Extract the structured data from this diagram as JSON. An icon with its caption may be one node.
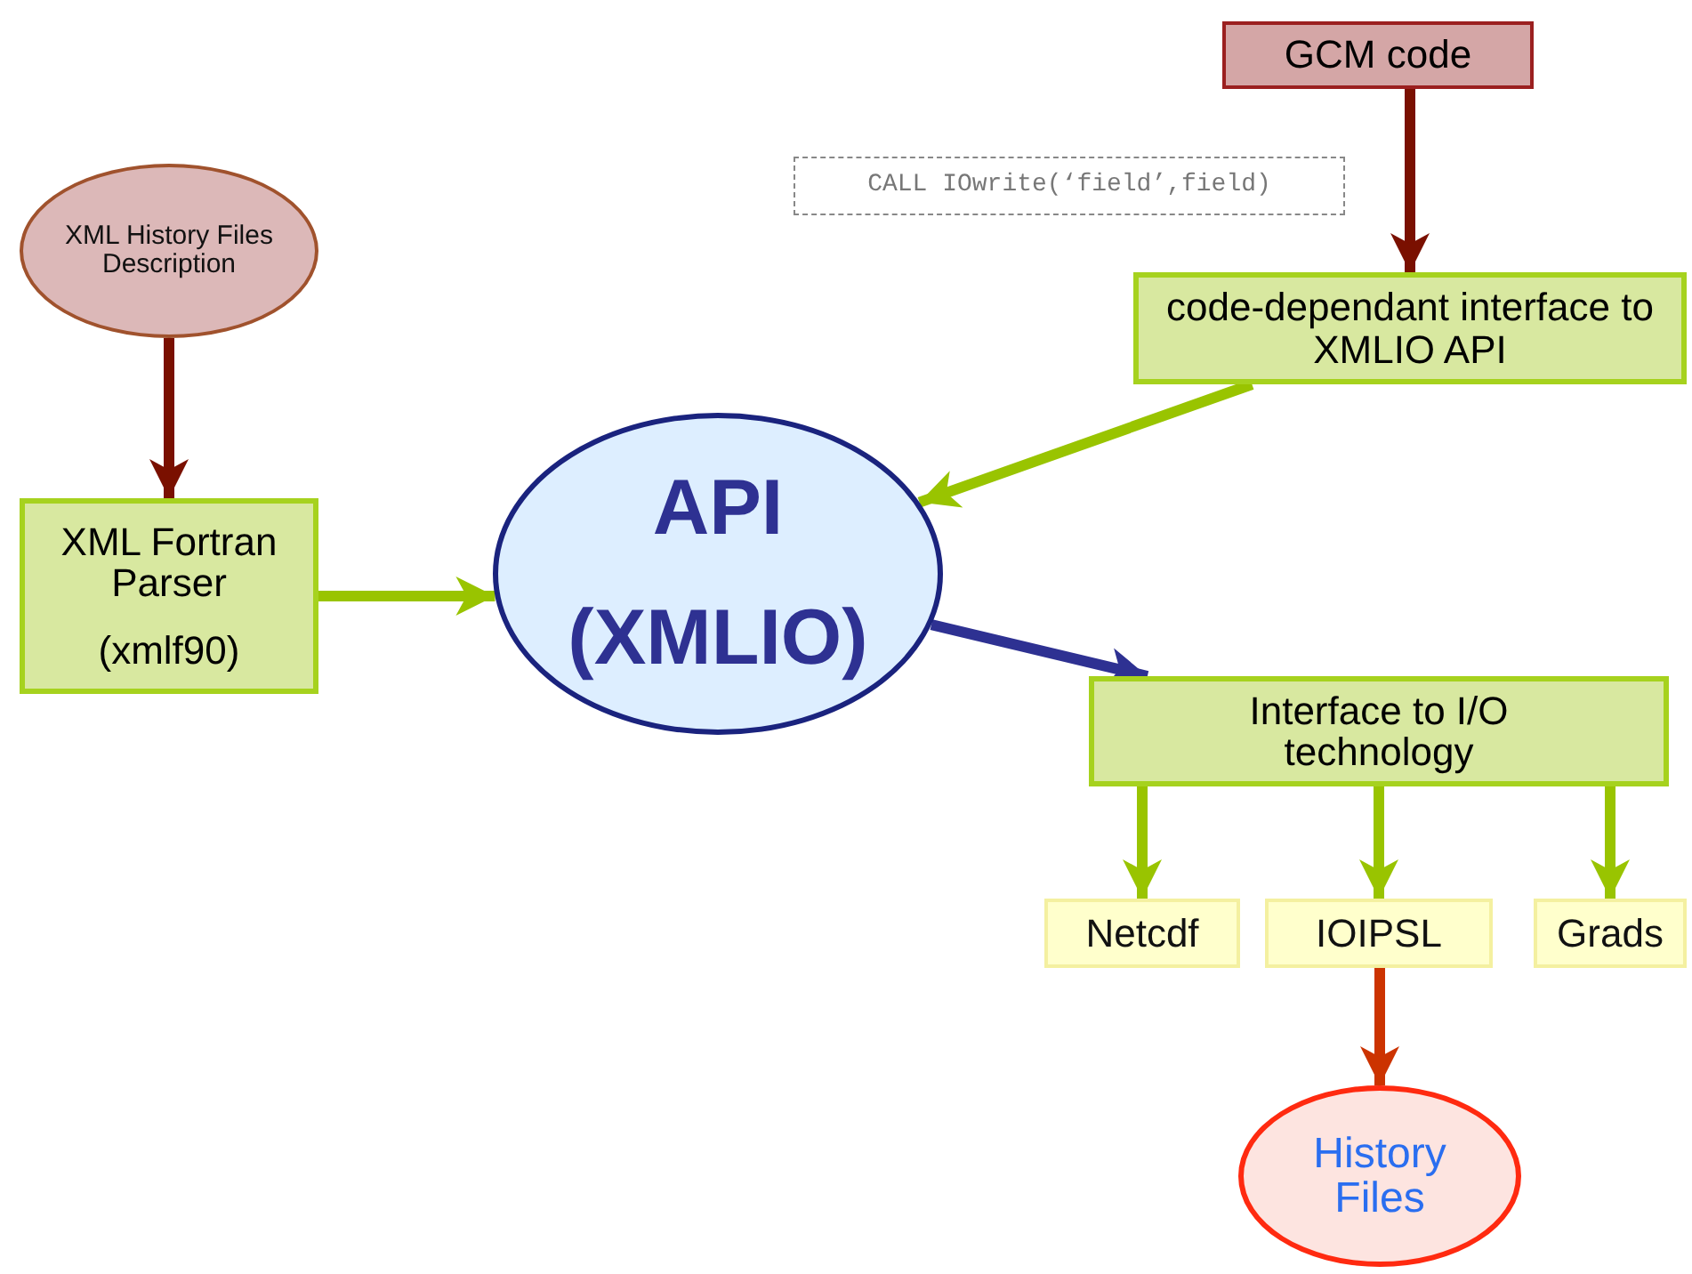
{
  "diagram": {
    "nodes": [
      {
        "text": [
          "XML History Files Description"
        ]
      },
      {
        "text": [
          "XML Fortran Parser",
          "(xmlf90)"
        ]
      },
      {
        "text": [
          "GCM code"
        ]
      },
      {
        "text": [
          "CALL IOwrite(‘field’,field)"
        ]
      },
      {
        "text": [
          "code-dependant interface to XMLIO API"
        ]
      },
      {
        "text": [
          "API",
          "(XMLIO)"
        ]
      },
      {
        "text": [
          "Interface to I/O technology"
        ]
      },
      {
        "text": [
          "Netcdf"
        ]
      },
      {
        "text": [
          "IOIPSL"
        ]
      },
      {
        "text": [
          "Grads"
        ]
      },
      {
        "text": [
          "History Files"
        ]
      }
    ],
    "edges": [
      {
        "from": 0,
        "to": 1,
        "arrow": "to",
        "color": "#7a1000"
      },
      {
        "from": 2,
        "to": 4,
        "arrow": "to",
        "color": "#7a1000"
      },
      {
        "from": 4,
        "to": 5,
        "arrow": "to"
      },
      {
        "from": 1,
        "to": 5,
        "arrow": "to"
      },
      {
        "from": 5,
        "to": 6,
        "arrow": "to",
        "color": "#2e3192"
      },
      {
        "from": 6,
        "to": 7,
        "arrow": "to"
      },
      {
        "from": 6,
        "to": 8,
        "arrow": "to"
      },
      {
        "from": 6,
        "to": 9,
        "arrow": "to"
      },
      {
        "from": 8,
        "to": 10,
        "arrow": "to",
        "color": "#cc3300"
      }
    ]
  }
}
